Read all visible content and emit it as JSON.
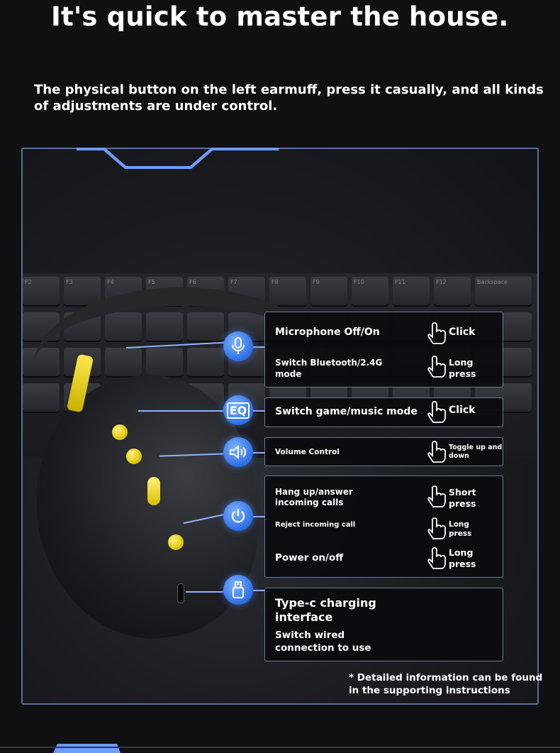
{
  "header": {
    "title": "It's quick to master the house.",
    "subtitle": "The physical button on the left earmuff, press it casually, and all kinds of adjustments are under control."
  },
  "icons": {
    "mic": "microphone-icon",
    "eq": "eq-icon",
    "volume": "speaker-icon",
    "power": "power-icon",
    "usb": "usb-c-icon",
    "hand": "hand-pointer-icon"
  },
  "eq_text": "EQ",
  "features": {
    "mic": {
      "rows": [
        {
          "label": "Microphone Off/On",
          "action": "Click"
        },
        {
          "label": "Switch Bluetooth/2.4G mode",
          "action": "Long press"
        }
      ]
    },
    "mode": {
      "rows": [
        {
          "label": "Switch game/music mode",
          "action": "Click"
        }
      ]
    },
    "volume": {
      "rows": [
        {
          "label": "Volume Control",
          "action": "Toggle up and down"
        }
      ]
    },
    "power": {
      "rows": [
        {
          "label": "Hang up/answer incoming calls",
          "action": "Short press"
        },
        {
          "label": "Reject incoming call",
          "action": "Long press"
        },
        {
          "label": "Power on/off",
          "action": "Long press"
        }
      ]
    },
    "charging": {
      "title": "Type-c charging interface",
      "subtitle": "Switch wired connection to use"
    }
  },
  "footnote": "* Detailed information can be found in the supporting instructions",
  "keyboard_labels": [
    "F2",
    "F3",
    "F4",
    "F5",
    "F6",
    "F7",
    "F8",
    "F9",
    "F10",
    "F11",
    "F12",
    "Backspace"
  ],
  "colors": {
    "accent_blue": "#2c6fe6",
    "button_yellow": "#e6d000",
    "panel_border": "#5a6f9a"
  }
}
